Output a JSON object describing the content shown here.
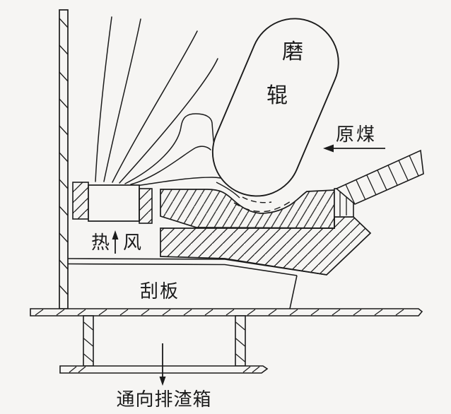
{
  "diagram": {
    "type": "technical-line-drawing",
    "subject": "roller-coal-mill-section",
    "colors": {
      "line": "#1b1b1b",
      "background": "#f6f5f3"
    },
    "labels": {
      "roller_char_top": "磨",
      "roller_char_bottom": "辊",
      "raw_coal": "原煤",
      "hot_air_char_left": "热",
      "hot_air_char_right": "风",
      "scraper": "刮板",
      "to_slag_box": "通向排渣箱"
    },
    "arrows": [
      {
        "name": "raw-coal-arrow",
        "direction": "left"
      },
      {
        "name": "hot-air-arrow",
        "direction": "up"
      },
      {
        "name": "slag-arrow",
        "direction": "down"
      }
    ]
  }
}
